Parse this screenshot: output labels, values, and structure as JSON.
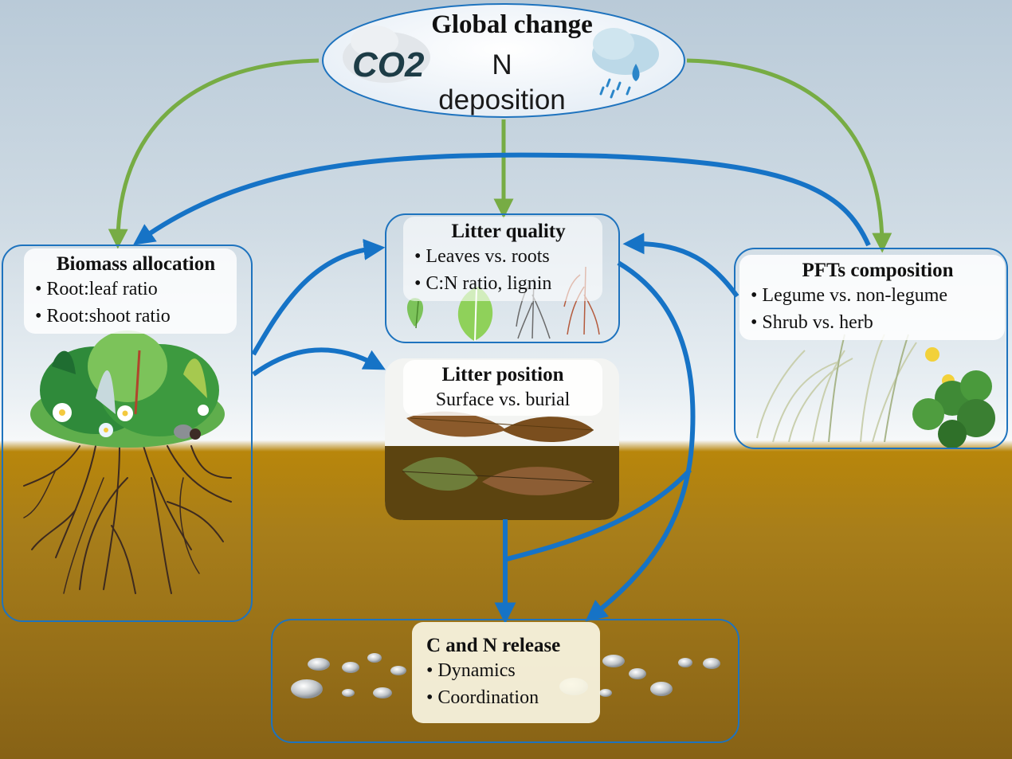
{
  "global_change": {
    "title": "Global change",
    "co2": "CO2",
    "n_deposition": "N deposition"
  },
  "biomass_allocation": {
    "title": "Biomass allocation",
    "items": [
      "Root:leaf ratio",
      "Root:shoot ratio"
    ]
  },
  "litter_quality": {
    "title": "Litter quality",
    "items": [
      "Leaves vs. roots",
      "C:N ratio, lignin"
    ]
  },
  "litter_position": {
    "title": "Litter position",
    "subtitle": "Surface vs. burial"
  },
  "pfts_composition": {
    "title": "PFTs composition",
    "items": [
      "Legume vs. non-legume",
      "Shrub vs. herb"
    ]
  },
  "cn_release": {
    "title": "C and N release",
    "items": [
      "Dynamics",
      "Coordination"
    ]
  },
  "colors": {
    "green_arrow": "#77ac44",
    "blue_arrow": "#1673c6",
    "box_border": "#1e73be",
    "soil": "#a87e1a"
  }
}
